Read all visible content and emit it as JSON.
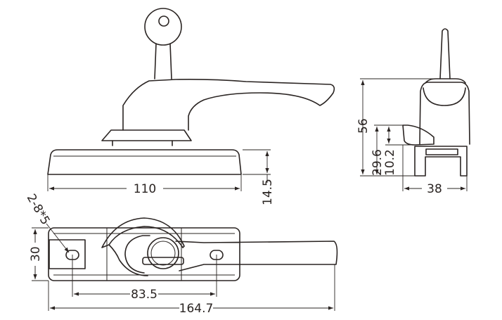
{
  "title": "Window crescent lock technical drawing",
  "dimensions": {
    "front_width": "110",
    "front_height": "14.5",
    "side_total_height": "56",
    "side_height_a": "29.6",
    "side_height_b": "10.2",
    "side_width": "38",
    "top_width": "30",
    "hole_spacing": "83.5",
    "total_length": "164.7",
    "hole_spec": "2-8*5"
  },
  "colors": {
    "line": "#2a2422",
    "background": "#ffffff"
  }
}
